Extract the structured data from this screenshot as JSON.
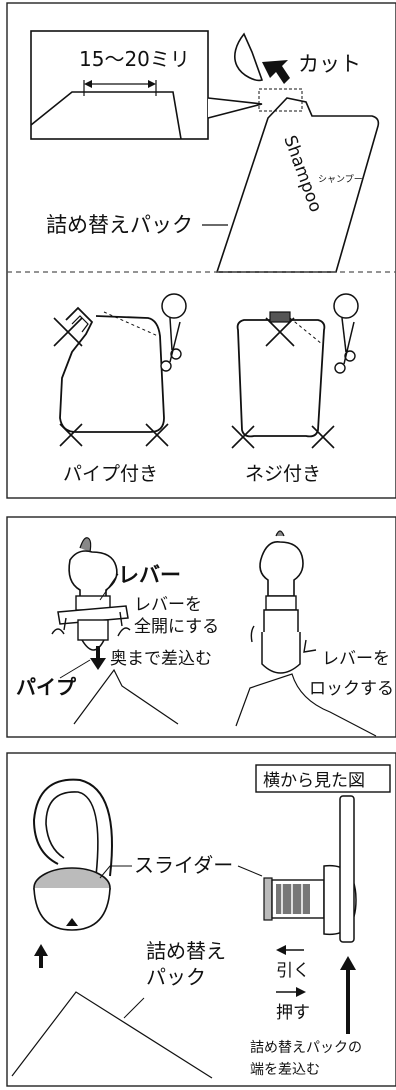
{
  "panel1": {
    "measure_label": "15〜20ミリ",
    "cut_label": "カット",
    "brand_label": "Shampoo",
    "sub_label": "シャンプー",
    "pack_label": "詰め替えパック",
    "pipe_label": "パイプ付き",
    "screw_label": "ネジ付き"
  },
  "panel2": {
    "lever_label": "レバー",
    "open_line1": "レバーを",
    "open_line2": "全開にする",
    "pipe_label": "パイプ",
    "insert_label": "奥まで差込む",
    "lock_line1": "レバーを",
    "lock_line2": "ロックする"
  },
  "panel3": {
    "side_view_label": "横から見た図",
    "slider_label": "スライダー",
    "pack_line1": "詰め替え",
    "pack_line2": "パック",
    "pull_label": "引く",
    "push_label": "押す",
    "end_line1": "詰め替えパックの",
    "end_line2": "端を差込む"
  }
}
